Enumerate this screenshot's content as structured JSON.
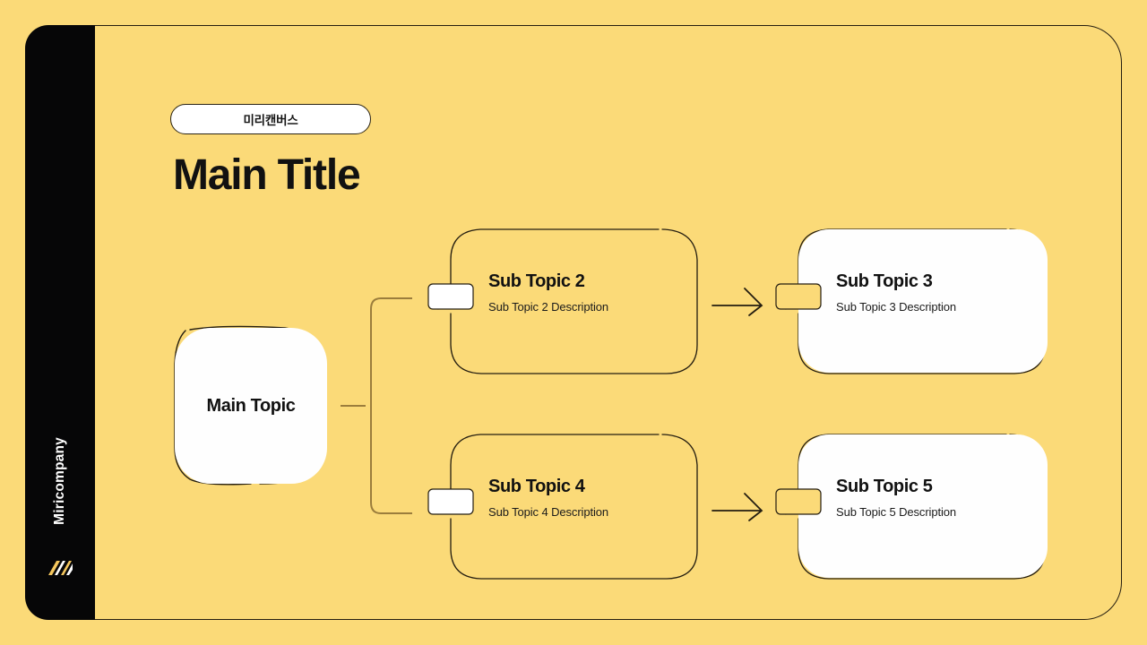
{
  "slide": {
    "background_color": "#fbda78",
    "frame_border_color": "#241d10",
    "sidebar_color": "#060607",
    "connector_color": "#9b7d3c",
    "outline_color": "#241d10",
    "card_fill_color": "#fefefe"
  },
  "sidebar": {
    "brand": "Miricompany",
    "logo_icon": "diagonal-stripes-logo-icon",
    "logo_colors": [
      "#f5c75e",
      "#ffffff"
    ]
  },
  "header": {
    "badge": "미리캔버스",
    "title": "Main Title"
  },
  "diagram": {
    "type": "mind-map",
    "root": {
      "id": "main-topic",
      "label": "Main Topic",
      "style": "filled"
    },
    "nodes": [
      {
        "id": "sub-topic-2",
        "title": "Sub Topic 2",
        "description": "Sub Topic 2 Description",
        "style": "ghost",
        "callout_fill": "#ffffff",
        "row": "top",
        "column": 1
      },
      {
        "id": "sub-topic-3",
        "title": "Sub Topic 3",
        "description": "Sub Topic 3 Description",
        "style": "filled",
        "callout_fill": "#fbda78",
        "row": "top",
        "column": 2
      },
      {
        "id": "sub-topic-4",
        "title": "Sub Topic 4",
        "description": "Sub Topic 4 Description",
        "style": "ghost",
        "callout_fill": "#ffffff",
        "row": "bottom",
        "column": 1
      },
      {
        "id": "sub-topic-5",
        "title": "Sub Topic 5",
        "description": "Sub Topic 5 Description",
        "style": "filled",
        "callout_fill": "#fbda78",
        "row": "bottom",
        "column": 2
      }
    ],
    "edges": [
      {
        "from": "main-topic",
        "to": "sub-topic-2",
        "kind": "bracket"
      },
      {
        "from": "main-topic",
        "to": "sub-topic-4",
        "kind": "bracket"
      },
      {
        "from": "sub-topic-2",
        "to": "sub-topic-3",
        "kind": "arrow"
      },
      {
        "from": "sub-topic-4",
        "to": "sub-topic-5",
        "kind": "arrow"
      }
    ]
  }
}
